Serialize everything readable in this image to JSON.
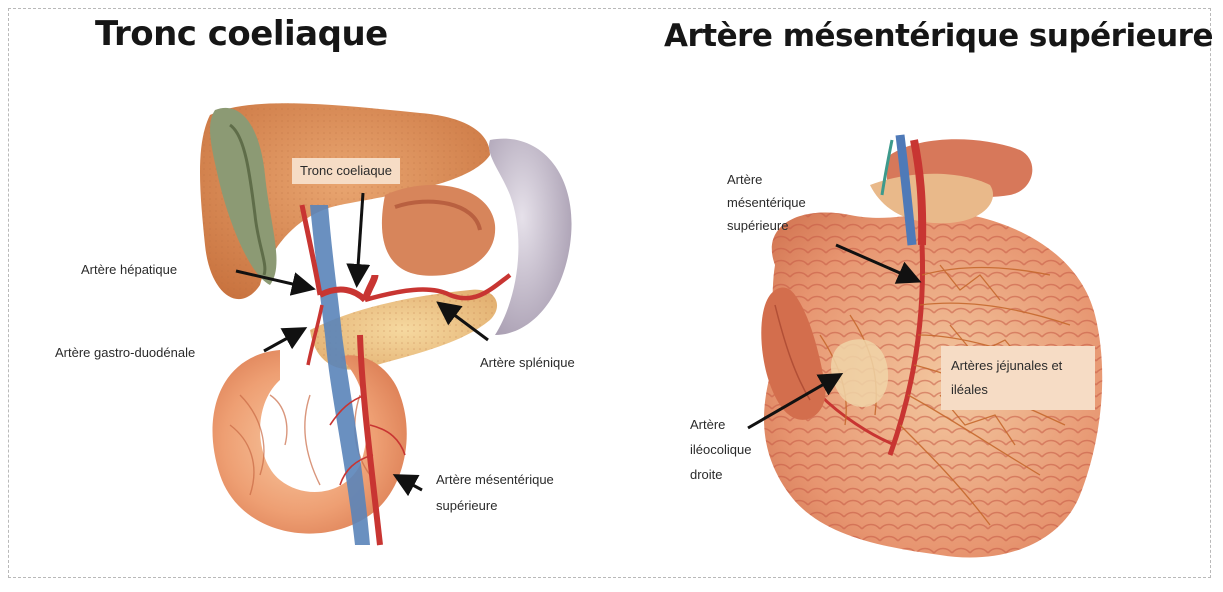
{
  "titles": {
    "left": "Tronc coeliaque",
    "right": "Artère mésentérique supérieure"
  },
  "labels_left": {
    "tronc": "Tronc coeliaque",
    "hepatique": "Artère hépatique",
    "gastro": "Artère gastro-duodénale",
    "splenique": "Artère splénique",
    "mesenterique_1": "Artère mésentérique",
    "mesenterique_2": "supérieure"
  },
  "labels_right": {
    "ams_1": "Artère",
    "ams_2": "mésentérique",
    "ams_3": "supérieure",
    "jejunales_1": "Artères jéjunales et",
    "jejunales_2": "iléales",
    "ileo_1": "Artère",
    "ileo_2": "iléocolique",
    "ileo_3": "droite"
  }
}
